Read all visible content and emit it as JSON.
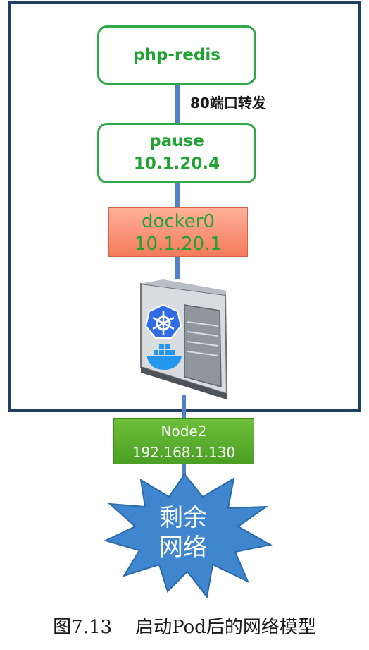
{
  "diagram": {
    "app_box": {
      "label": "php-redis"
    },
    "edge_label": "80端口转发",
    "pause_box": {
      "label": "pause",
      "ip": "10.1.20.4"
    },
    "bridge_box": {
      "label": "docker0",
      "ip": "10.1.20.1"
    },
    "server": {
      "icons": [
        "kubernetes-icon",
        "docker-icon"
      ]
    },
    "host_box": {
      "label": "Node2",
      "ip": "192.168.1.130"
    },
    "network": {
      "line1": "剩余",
      "line2": "网络"
    },
    "colors": {
      "frame": "#1f3f63",
      "link": "#4f81c7",
      "green_text": "#21a234",
      "docker_fill": "#f57b5d",
      "host_fill": "#4a9f24",
      "burst_fill": "#3f86cf"
    }
  },
  "caption": "图7.13    启动Pod后的网络模型"
}
